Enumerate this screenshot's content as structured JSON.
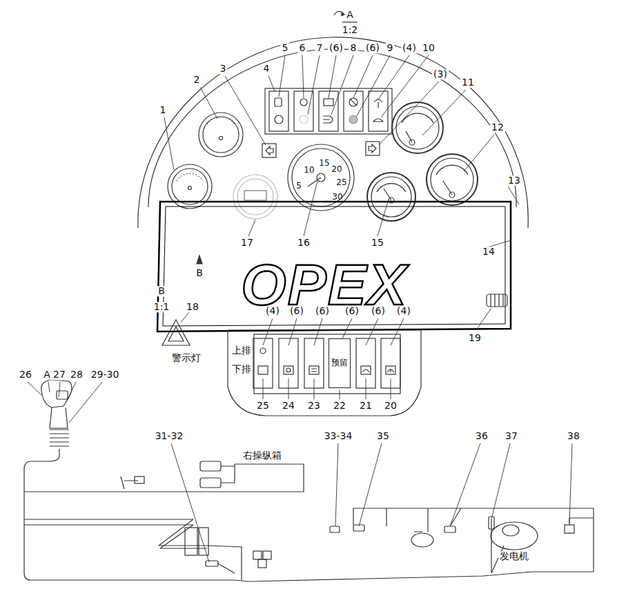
{
  "diagram": {
    "nodes": [
      {
        "text": [
          "预留"
        ]
      }
    ],
    "labels": [
      "A",
      "1:2",
      "1",
      "2",
      "3",
      "4",
      "5",
      "6",
      "7",
      "(6)",
      "8",
      "(6)",
      "9",
      "(4)",
      "10",
      "(3)",
      "11",
      "12",
      "13",
      "5",
      "10",
      "15",
      "20",
      "25",
      "30",
      "14",
      "15",
      "16",
      "17",
      "B",
      "B",
      "1:1",
      "18",
      "警示灯",
      "19",
      "(4)",
      "(6)",
      "(6)",
      "(6)",
      "(6)",
      "(4)",
      "上排",
      "下排",
      "25",
      "24",
      "23",
      "22",
      "21",
      "20",
      "26",
      "A",
      "27",
      "28",
      "29-30",
      "31-32",
      "右操纵箱",
      "33-34",
      "35",
      "36",
      "37",
      "38",
      "发电机",
      "OPEX"
    ]
  }
}
